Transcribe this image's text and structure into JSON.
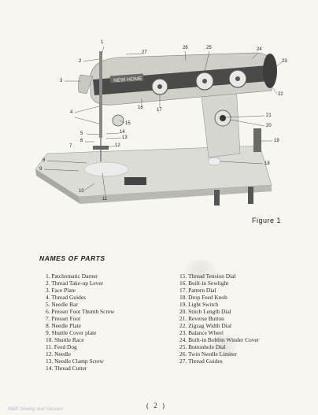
{
  "figure": {
    "caption": "Figure  1",
    "brand_label": "NEW HOME",
    "callouts": [
      "1",
      "2",
      "3",
      "4",
      "5",
      "6",
      "7",
      "8",
      "9",
      "10",
      "11",
      "12",
      "13",
      "14",
      "15",
      "16",
      "17",
      "18",
      "19",
      "20",
      "21",
      "22",
      "23",
      "24",
      "25",
      "26",
      "27"
    ]
  },
  "parts": {
    "title": "NAMES OF PARTS",
    "left": [
      "1. Patchomatic Darner",
      "2. Thread Take-up Lever",
      "3. Face Plate",
      "4. Thread Guides",
      "5. Needle Bar",
      "6. Presser Foot Thumb Screw",
      "7. Presser Foot",
      "8. Needle Plate",
      "9. Shuttle Cover plate",
      "10. Shuttle Race",
      "11. Feed Dog",
      "12. Needle",
      "13. Needle Clamp Screw",
      "14. Thread Cutter"
    ],
    "right": [
      "15. Thread Tension Dial",
      "16. Built-in Sewlight",
      "17. Pattern Dial",
      "18. Drop Feed Knob",
      "19. Light Switch",
      "20. Stitch Length Dial",
      "21. Reverse Button",
      "22. Zigzag Width Dial",
      "23. Balance Wheel",
      "24. Built-in Bobbin Winder Cover",
      "25. Buttonhole Dial",
      "26. Twin Needle Limiter",
      "27. Thread Guides"
    ]
  },
  "footer": {
    "watermark": "M&R Sewing and Vacuum",
    "page_number": "( 2 )"
  }
}
